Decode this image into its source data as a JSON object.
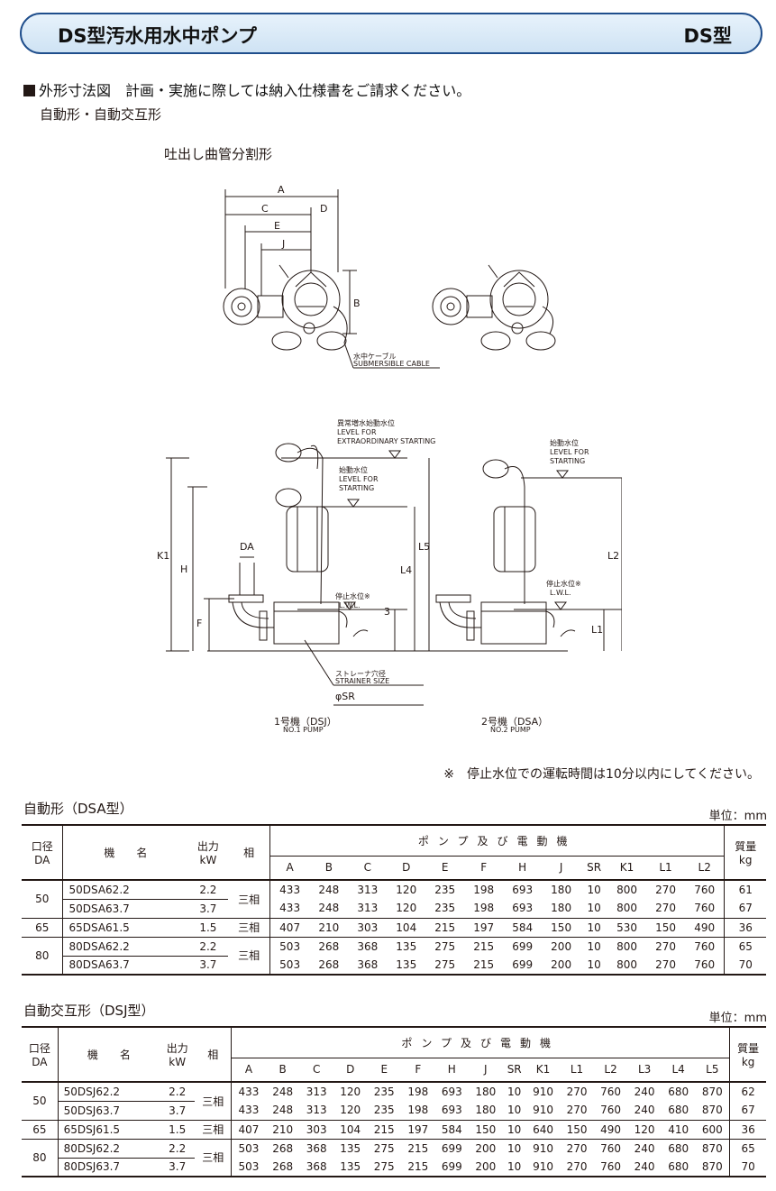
{
  "header": {
    "title": "DS型汚水用水中ポンプ",
    "code": "DS型"
  },
  "section": {
    "heading": "外形寸法図　計画・実施に際しては納入仕様書をご請求ください。",
    "subheading": "自動形・自動交互形",
    "drawing_caption": "吐出し曲管分割形"
  },
  "drawing": {
    "labels": {
      "A": "A",
      "B": "B",
      "C": "C",
      "D": "D",
      "E": "E",
      "J": "J",
      "F": "F",
      "H": "H",
      "K1": "K1",
      "L1": "L1",
      "L2": "L2",
      "L4": "L4",
      "L5": "L5",
      "three": "3",
      "DA": "DA"
    },
    "cable_jp": "水中ケーブル",
    "cable_en": "SUBMERSIBLE CABLE",
    "extra_jp": "異常増水始動水位",
    "extra_en1": "LEVEL FOR",
    "extra_en2": "EXTRAORDINARY STARTING",
    "start_jp": "始動水位",
    "start_en1": "LEVEL FOR",
    "start_en2": "STARTING",
    "stop_jp": "停止水位※",
    "stop_en": "L.W.L.",
    "strainer_jp": "ストレーナ穴径",
    "strainer_en": "STRAINER SIZE",
    "strainer_sym": "φSR",
    "pump1_jp": "1号機（DSJ）",
    "pump1_en": "NO.1 PUMP",
    "pump2_jp": "2号機（DSA）",
    "pump2_en": "NO.2 PUMP"
  },
  "note": "※　停止水位での運転時間は10分以内にしてください。",
  "table_common": {
    "col_diameter_1": "口径",
    "col_diameter_2": "DA",
    "col_model": "機　　名",
    "col_output_1": "出力",
    "col_output_2": "kW",
    "col_phase": "相",
    "col_group": "ポンプ及び電動機",
    "col_mass_1": "質量",
    "col_mass_2": "kg",
    "unit": "単位：mm",
    "phase_value": "三相"
  },
  "table1": {
    "title": "自動形（DSA型）",
    "columns": [
      "A",
      "B",
      "C",
      "D",
      "E",
      "F",
      "H",
      "J",
      "SR",
      "K1",
      "L1",
      "L2"
    ],
    "groups": [
      {
        "diameter": "50",
        "rows": [
          {
            "model": "50DSA62.2",
            "kw": "2.2",
            "dims": [
              "433",
              "248",
              "313",
              "120",
              "235",
              "198",
              "693",
              "180",
              "10",
              "800",
              "270",
              "760"
            ],
            "mass": "61"
          },
          {
            "model": "50DSA63.7",
            "kw": "3.7",
            "dims": [
              "433",
              "248",
              "313",
              "120",
              "235",
              "198",
              "693",
              "180",
              "10",
              "800",
              "270",
              "760"
            ],
            "mass": "67"
          }
        ]
      },
      {
        "diameter": "65",
        "rows": [
          {
            "model": "65DSA61.5",
            "kw": "1.5",
            "dims": [
              "407",
              "210",
              "303",
              "104",
              "215",
              "197",
              "584",
              "150",
              "10",
              "530",
              "150",
              "490"
            ],
            "mass": "36"
          }
        ]
      },
      {
        "diameter": "80",
        "rows": [
          {
            "model": "80DSA62.2",
            "kw": "2.2",
            "dims": [
              "503",
              "268",
              "368",
              "135",
              "275",
              "215",
              "699",
              "200",
              "10",
              "800",
              "270",
              "760"
            ],
            "mass": "65"
          },
          {
            "model": "80DSA63.7",
            "kw": "3.7",
            "dims": [
              "503",
              "268",
              "368",
              "135",
              "275",
              "215",
              "699",
              "200",
              "10",
              "800",
              "270",
              "760"
            ],
            "mass": "70"
          }
        ]
      }
    ]
  },
  "table2": {
    "title": "自動交互形（DSJ型）",
    "columns": [
      "A",
      "B",
      "C",
      "D",
      "E",
      "F",
      "H",
      "J",
      "SR",
      "K1",
      "L1",
      "L2",
      "L3",
      "L4",
      "L5"
    ],
    "groups": [
      {
        "diameter": "50",
        "rows": [
          {
            "model": "50DSJ62.2",
            "kw": "2.2",
            "dims": [
              "433",
              "248",
              "313",
              "120",
              "235",
              "198",
              "693",
              "180",
              "10",
              "910",
              "270",
              "760",
              "240",
              "680",
              "870"
            ],
            "mass": "62"
          },
          {
            "model": "50DSJ63.7",
            "kw": "3.7",
            "dims": [
              "433",
              "248",
              "313",
              "120",
              "235",
              "198",
              "693",
              "180",
              "10",
              "910",
              "270",
              "760",
              "240",
              "680",
              "870"
            ],
            "mass": "67"
          }
        ]
      },
      {
        "diameter": "65",
        "rows": [
          {
            "model": "65DSJ61.5",
            "kw": "1.5",
            "dims": [
              "407",
              "210",
              "303",
              "104",
              "215",
              "197",
              "584",
              "150",
              "10",
              "640",
              "150",
              "490",
              "120",
              "410",
              "600"
            ],
            "mass": "36"
          }
        ]
      },
      {
        "diameter": "80",
        "rows": [
          {
            "model": "80DSJ62.2",
            "kw": "2.2",
            "dims": [
              "503",
              "268",
              "368",
              "135",
              "275",
              "215",
              "699",
              "200",
              "10",
              "910",
              "270",
              "760",
              "240",
              "680",
              "870"
            ],
            "mass": "65"
          },
          {
            "model": "80DSJ63.7",
            "kw": "3.7",
            "dims": [
              "503",
              "268",
              "368",
              "135",
              "275",
              "215",
              "699",
              "200",
              "10",
              "910",
              "270",
              "760",
              "240",
              "680",
              "870"
            ],
            "mass": "70"
          }
        ]
      }
    ]
  }
}
